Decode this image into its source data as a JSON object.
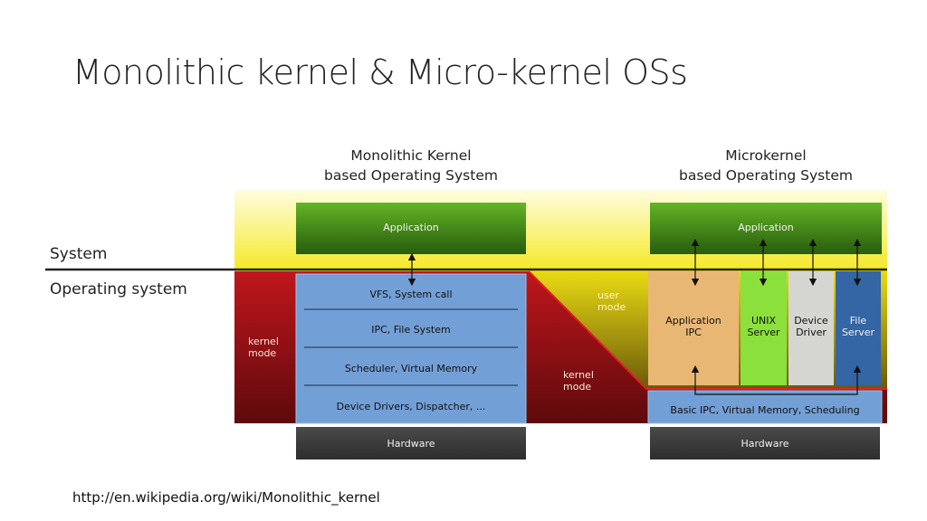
{
  "slide": {
    "title": "Monolithic kernel & Micro-kernel OSs",
    "source_link": "http://en.wikipedia.org/wiki/Monolithic_kernel"
  },
  "diagram": {
    "side_labels": {
      "system": "System",
      "operating_system": "Operating system"
    },
    "monolithic": {
      "heading_line1": "Monolithic Kernel",
      "heading_line2": "based Operating System",
      "application": "Application",
      "kernel_layers": [
        "VFS, System call",
        "IPC, File System",
        "Scheduler, Virtual Memory",
        "Device Drivers, Dispatcher, ..."
      ],
      "mode_line1": "kernel",
      "mode_line2": "mode",
      "hardware": "Hardware"
    },
    "microkernel": {
      "heading_line1": "Microkernel",
      "heading_line2": "based Operating System",
      "application": "Application",
      "user_mode_line1": "user",
      "user_mode_line2": "mode",
      "kernel_mode_line1": "kernel",
      "kernel_mode_line2": "mode",
      "servers": [
        {
          "line1": "Application",
          "line2": "IPC"
        },
        {
          "line1": "UNIX",
          "line2": "Server"
        },
        {
          "line1": "Device",
          "line2": "Driver"
        },
        {
          "line1": "File",
          "line2": "Server"
        }
      ],
      "kernel": "Basic IPC, Virtual Memory, Scheduling",
      "hardware": "Hardware"
    },
    "colors": {
      "user_zone_yellow": "#f6ec4a",
      "kernel_red": "#b3141a",
      "kernel_box_blue": "#729fd6",
      "application_green": "#3e7f16",
      "hardware_gray": "#3b3b3b",
      "server_orange": "#e9b774",
      "server_lime": "#8be03c",
      "server_gray": "#d5d5d1",
      "server_blue": "#3465a4"
    }
  }
}
